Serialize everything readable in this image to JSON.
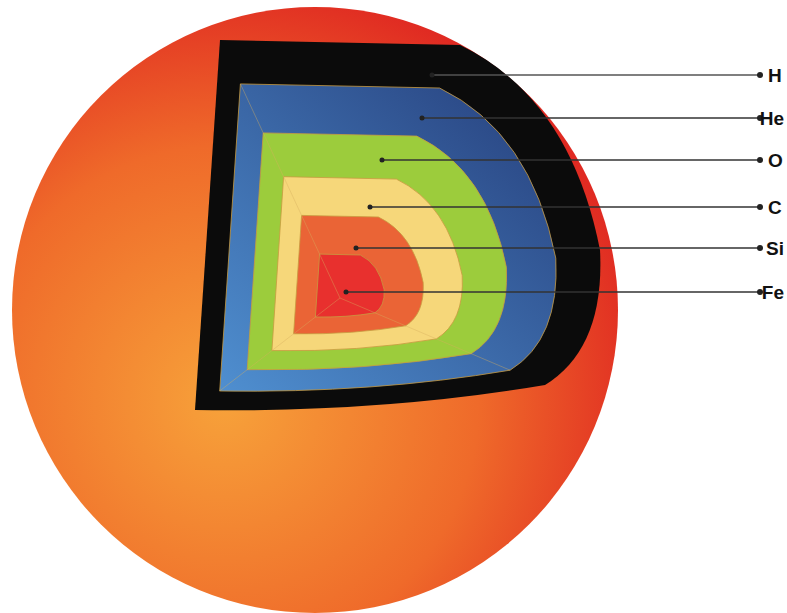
{
  "diagram": {
    "labels": [
      "H",
      "He",
      "O",
      "C",
      "Si",
      "Fe"
    ]
  }
}
